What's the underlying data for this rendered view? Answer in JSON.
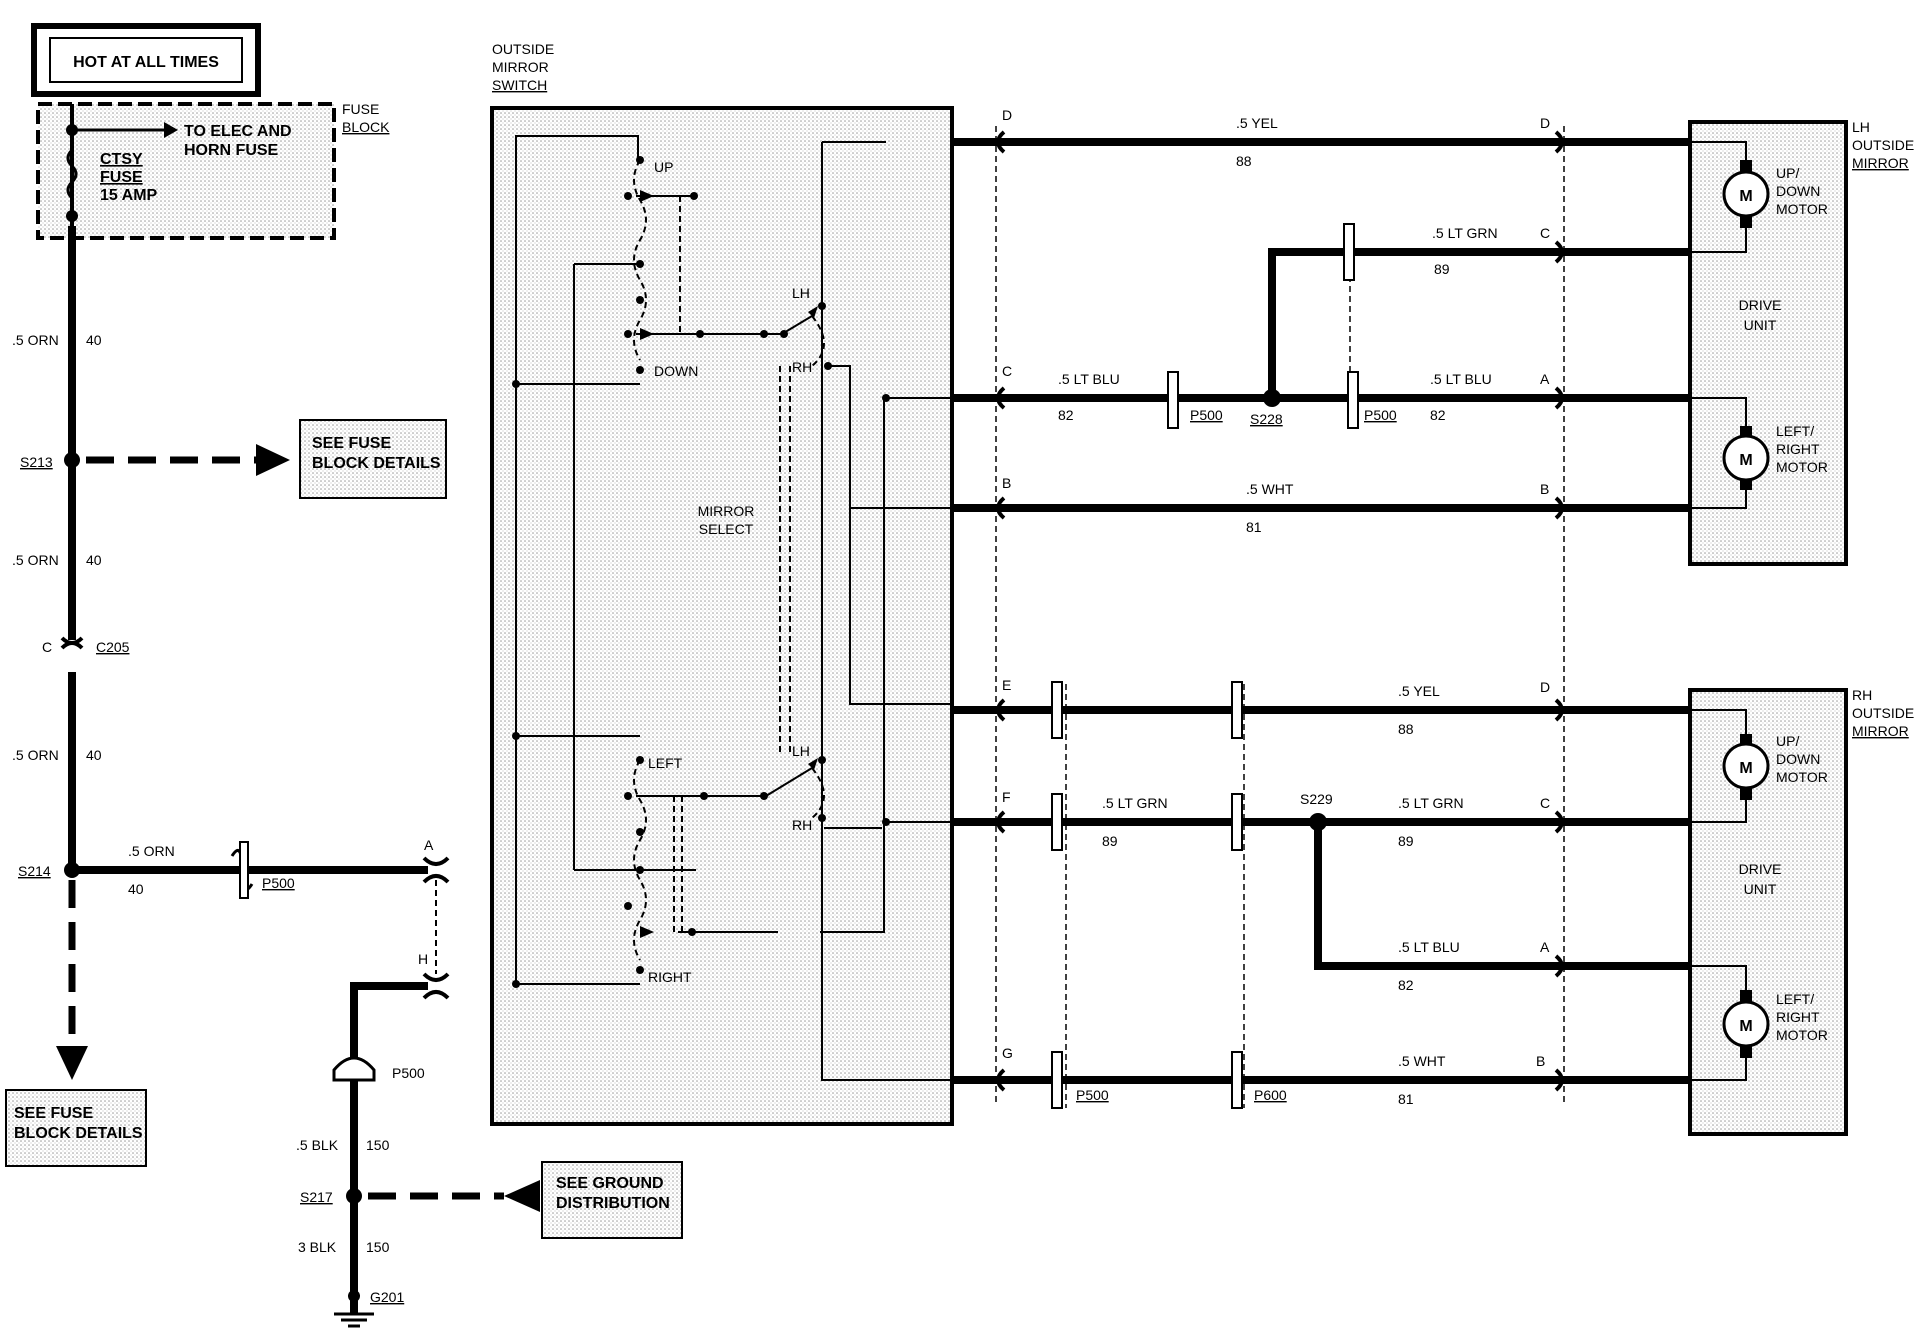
{
  "header": {
    "hot_label": "HOT AT ALL TIMES"
  },
  "fuse_block": {
    "title_line1": "FUSE",
    "title_line2": "BLOCK",
    "to_elec_line1": "TO ELEC AND",
    "to_elec_line2": "HORN FUSE",
    "fuse_line1": "CTSY",
    "fuse_line2": "FUSE",
    "fuse_rating": "15 AMP"
  },
  "feed": {
    "wire_size_1": ".5 ORN",
    "circuit_1": "40",
    "splice_s213": "S213",
    "see_fuse_1_line1": "SEE FUSE",
    "see_fuse_1_line2": "BLOCK DETAILS",
    "wire_size_2": ".5 ORN",
    "circuit_2": "40",
    "c_pin": "C",
    "connector_c205": "C205",
    "wire_size_3": ".5 ORN",
    "circuit_3": "40",
    "splice_s214": "S214",
    "branch_size": ".5 ORN",
    "branch_circuit": "40",
    "p500_feed": "P500",
    "see_fuse_2_line1": "SEE FUSE",
    "see_fuse_2_line2": "BLOCK DETAILS"
  },
  "ground": {
    "pin_a": "A",
    "pin_h": "H",
    "p500": "P500",
    "wire_size_1": ".5 BLK",
    "circuit_1": "150",
    "splice_s217": "S217",
    "see_ground_line1": "SEE GROUND",
    "see_ground_line2": "DISTRIBUTION",
    "wire_size_2": "3 BLK",
    "circuit_2": "150",
    "ground_g201": "G201"
  },
  "switch": {
    "title_line1": "OUTSIDE",
    "title_line2": "MIRROR",
    "title_line3": "SWITCH",
    "up": "UP",
    "down": "DOWN",
    "left": "LEFT",
    "right": "RIGHT",
    "lh_top": "LH",
    "rh_top": "RH",
    "lh_bottom": "LH",
    "rh_bottom": "RH",
    "mirror_select_line1": "MIRROR",
    "mirror_select_line2": "SELECT"
  },
  "lh_circuits": {
    "pin_d": "D",
    "yel_size": ".5 YEL",
    "yel_circuit": "88",
    "yel_end_pin": "D",
    "ltgrn_size": ".5 LT GRN",
    "ltgrn_circuit": "89",
    "ltgrn_end_pin": "C",
    "pin_c": "C",
    "ltblu_size_1": ".5 LT BLU",
    "ltblu_circuit_1": "82",
    "p500_a": "P500",
    "splice_s228": "S228",
    "ltblu_size_2": ".5 LT BLU",
    "ltblu_circuit_2": "82",
    "p500_b": "P500",
    "ltblu_end_pin": "A",
    "pin_b": "B",
    "wht_size": ".5 WHT",
    "wht_circuit": "81",
    "wht_end_pin": "B"
  },
  "rh_circuits": {
    "pin_e": "E",
    "yel_size": ".5 YEL",
    "yel_circuit": "88",
    "yel_end_pin": "D",
    "pin_f": "F",
    "ltgrn_size_1": ".5 LT GRN",
    "ltgrn_circuit_1": "89",
    "splice_s229": "S229",
    "ltgrn_size_2": ".5 LT GRN",
    "ltgrn_circuit_2": "89",
    "ltgrn_end_pin": "C",
    "ltblu_size": ".5 LT BLU",
    "ltblu_circuit": "82",
    "ltblu_end_pin": "A",
    "pin_g": "G",
    "p500": "P500",
    "p600": "P600",
    "wht_size": ".5 WHT",
    "wht_circuit": "81",
    "wht_end_pin": "B"
  },
  "lh_mirror": {
    "title_line1": "LH",
    "title_line2": "OUTSIDE",
    "title_line3": "MIRROR",
    "motor1_symbol": "M",
    "motor1_line1": "UP/",
    "motor1_line2": "DOWN",
    "motor1_line3": "MOTOR",
    "drive_line1": "DRIVE",
    "drive_line2": "UNIT",
    "motor2_symbol": "M",
    "motor2_line1": "LEFT/",
    "motor2_line2": "RIGHT",
    "motor2_line3": "MOTOR"
  },
  "rh_mirror": {
    "title_line1": "RH",
    "title_line2": "OUTSIDE",
    "title_line3": "MIRROR",
    "motor1_symbol": "M",
    "motor1_line1": "UP/",
    "motor1_line2": "DOWN",
    "motor1_line3": "MOTOR",
    "drive_line1": "DRIVE",
    "drive_line2": "UNIT",
    "motor2_symbol": "M",
    "motor2_line1": "LEFT/",
    "motor2_line2": "RIGHT",
    "motor2_line3": "MOTOR"
  }
}
